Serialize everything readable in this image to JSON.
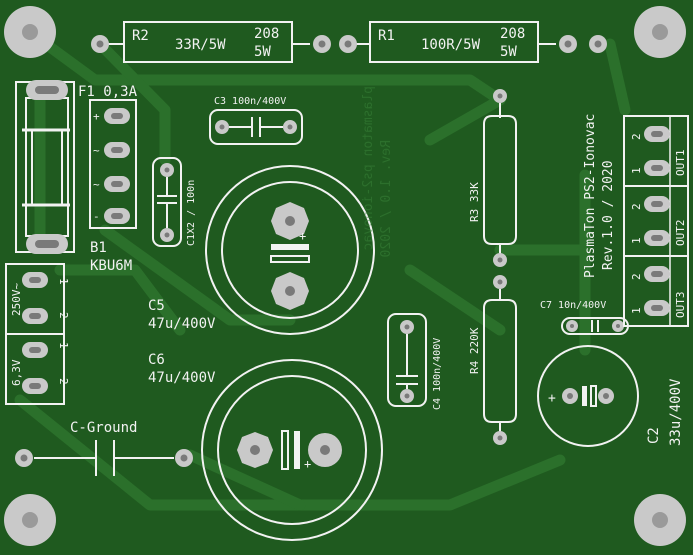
{
  "resistors": {
    "r2": {
      "ref": "R2",
      "value": "33R/5W",
      "code": "208",
      "power": "5W"
    },
    "r1": {
      "ref": "R1",
      "value": "100R/5W",
      "code": "208",
      "power": "5W"
    },
    "r3": {
      "label": "R3 33K"
    },
    "r4": {
      "label": "R4 220K"
    }
  },
  "fuse": {
    "label": "F1 0,3A"
  },
  "bridge": {
    "ref": "B1",
    "part": "KBU6M",
    "pins": [
      "+",
      "~",
      "~",
      "-"
    ]
  },
  "capacitors": {
    "c3": "C3 100n/400V",
    "c1": "C1X2 / 100n",
    "c5_ref": "C5",
    "c5_val": "47u/400V",
    "c6_ref": "C6",
    "c6_val": "47u/400V",
    "c4": "C4 100n/400V",
    "c7": "C7 10n/400V",
    "c2_ref": "C2",
    "c2_val": "33u/400V",
    "c_ground": "C-Ground"
  },
  "inputs": {
    "hv": {
      "label": "250V~",
      "pins": [
        "1",
        "2"
      ]
    },
    "lv": {
      "label": "6,3V",
      "pins": [
        "1",
        "2"
      ]
    }
  },
  "title": {
    "line1": "PlasmaTon PS2-Ionovac",
    "line2": "Rev.1.0 / 2020"
  },
  "outputs": [
    {
      "label": "OUT1",
      "pins": [
        "2",
        "1"
      ]
    },
    {
      "label": "OUT2",
      "pins": [
        "2",
        "1"
      ]
    },
    {
      "label": "OUT3",
      "pins": [
        "2",
        "1"
      ]
    }
  ],
  "mirrored_text": {
    "line1": "plasmaton ps2-ionovac",
    "line2": "Rev. 1.0 / 2020"
  },
  "colors": {
    "board": "#1f5a1f",
    "trace": "#2f7a2f",
    "silk": "#f2f2f2",
    "pad": "#c9c9c9",
    "drill": "#9a9a9a"
  }
}
